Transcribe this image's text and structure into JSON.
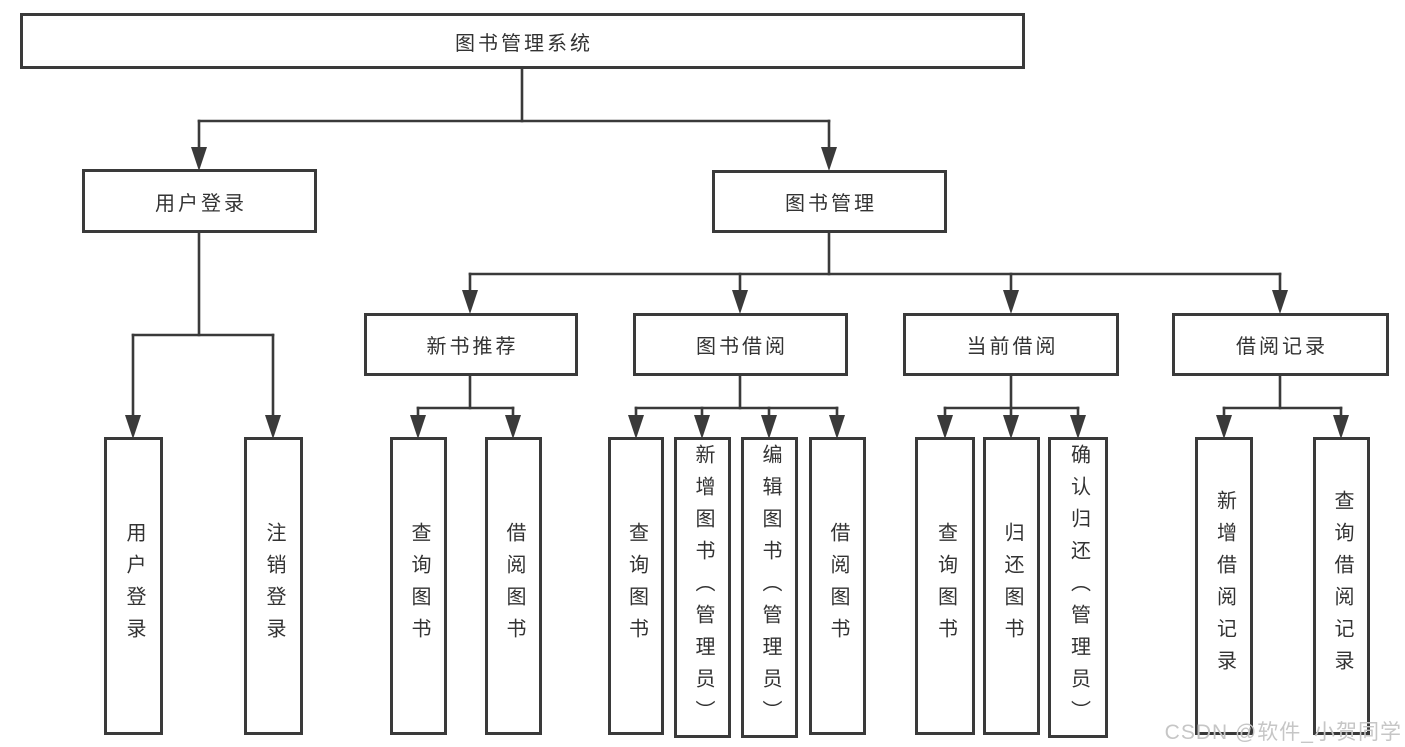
{
  "colors": {
    "line": "#3a3a3a",
    "text": "#333333",
    "watermark": "#c6c6c6",
    "background": "#ffffff"
  },
  "watermark": {
    "text": "CSDN @软件_小贺同学"
  },
  "tree": {
    "root": {
      "label": "图书管理系统",
      "children": [
        {
          "label": "用户登录",
          "children": [
            {
              "label": "用户登录"
            },
            {
              "label": "注销登录"
            }
          ]
        },
        {
          "label": "图书管理",
          "children": [
            {
              "label": "新书推荐",
              "children": [
                {
                  "label": "查询图书"
                },
                {
                  "label": "借阅图书"
                }
              ]
            },
            {
              "label": "图书借阅",
              "children": [
                {
                  "label": "查询图书"
                },
                {
                  "label": "新增图书（管理员）"
                },
                {
                  "label": "编辑图书（管理员）"
                },
                {
                  "label": "借阅图书"
                }
              ]
            },
            {
              "label": "当前借阅",
              "children": [
                {
                  "label": "查询图书"
                },
                {
                  "label": "归还图书"
                },
                {
                  "label": "确认归还（管理员）"
                }
              ]
            },
            {
              "label": "借阅记录",
              "children": [
                {
                  "label": "新增借阅记录"
                },
                {
                  "label": "查询借阅记录"
                }
              ]
            }
          ]
        }
      ]
    }
  }
}
